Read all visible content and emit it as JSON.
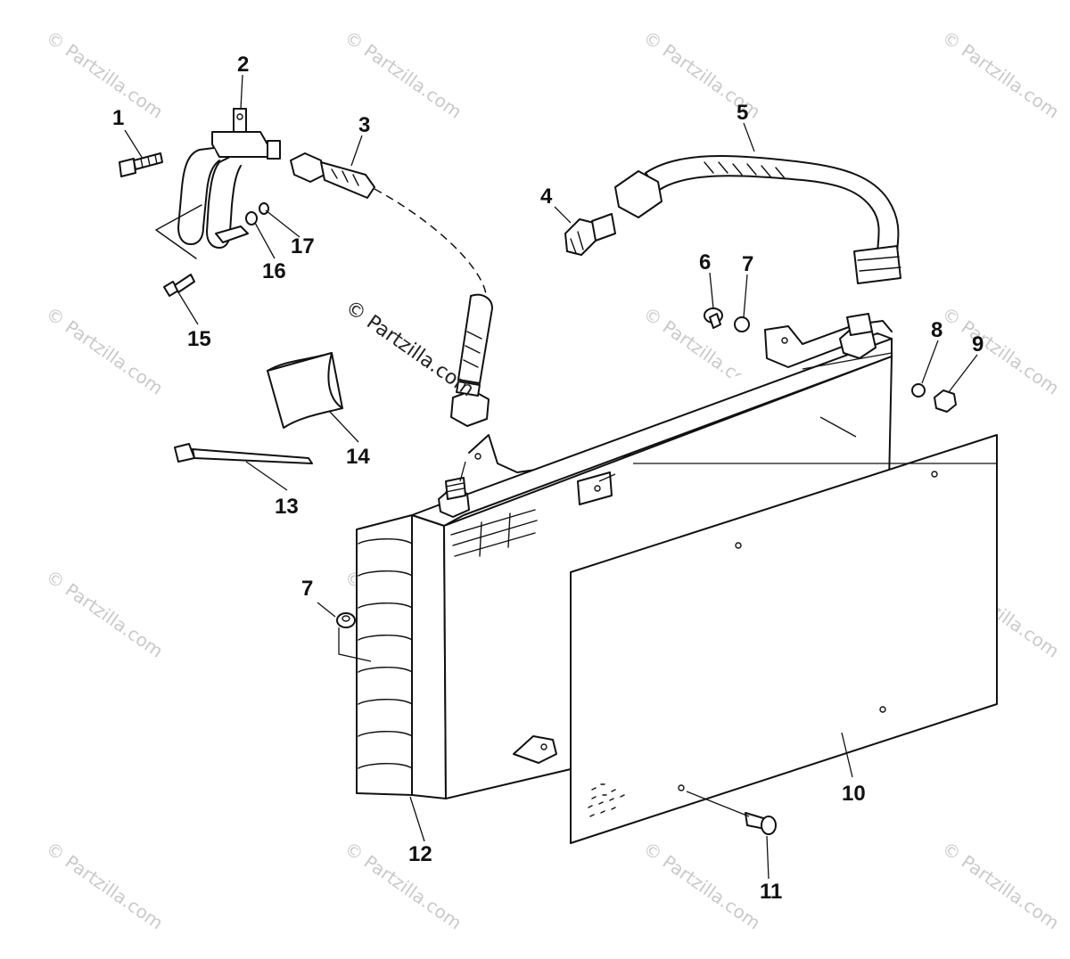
{
  "watermark": {
    "text": "© Partzilla.com",
    "main_text": "© Partzilla.com"
  },
  "callouts": [
    {
      "id": "c1",
      "label": "1"
    },
    {
      "id": "c2",
      "label": "2"
    },
    {
      "id": "c3",
      "label": "3"
    },
    {
      "id": "c4",
      "label": "4"
    },
    {
      "id": "c5",
      "label": "5"
    },
    {
      "id": "c6",
      "label": "6"
    },
    {
      "id": "c7a",
      "label": "7"
    },
    {
      "id": "c7b",
      "label": "7"
    },
    {
      "id": "c8",
      "label": "8"
    },
    {
      "id": "c9",
      "label": "9"
    },
    {
      "id": "c10",
      "label": "10"
    },
    {
      "id": "c11",
      "label": "11"
    },
    {
      "id": "c12",
      "label": "12"
    },
    {
      "id": "c13",
      "label": "13"
    },
    {
      "id": "c14",
      "label": "14"
    },
    {
      "id": "c15",
      "label": "15"
    },
    {
      "id": "c16",
      "label": "16"
    },
    {
      "id": "c17",
      "label": "17"
    }
  ],
  "colors": {
    "line": "#111111",
    "watermark": "#c9c9c9",
    "background": "#ffffff"
  }
}
